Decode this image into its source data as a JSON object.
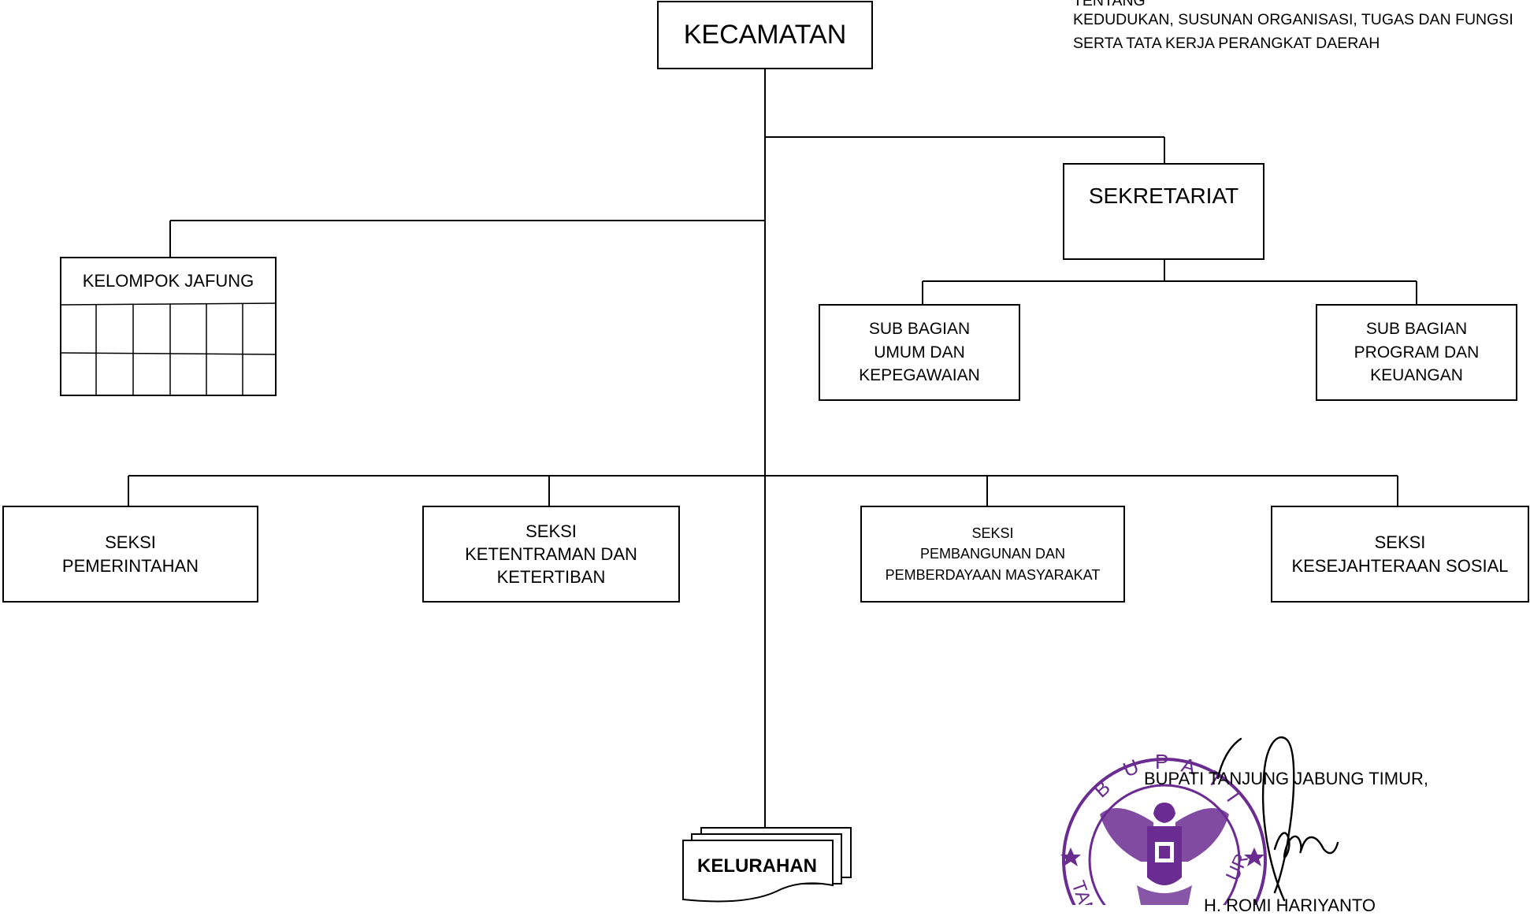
{
  "header": {
    "line1": "TENTANG",
    "line2": "KEDUDUKAN, SUSUNAN ORGANISASI, TUGAS DAN FUNGSI",
    "line3": "SERTA TATA KERJA PERANGKAT DAERAH"
  },
  "nodes": {
    "kecamatan": "KECAMATAN",
    "sekretariat": "SEKRETARIAT",
    "kelompok_jafung": "KELOMPOK JAFUNG",
    "sub_umum": [
      "SUB BAGIAN",
      "UMUM DAN",
      "KEPEGAWAIAN"
    ],
    "sub_program": [
      "SUB BAGIAN",
      "PROGRAM DAN",
      "KEUANGAN"
    ],
    "seksi_pemerintahan": [
      "SEKSI",
      "PEMERINTAHAN"
    ],
    "seksi_ketentraman": [
      "SEKSI",
      "KETENTRAMAN DAN",
      "KETERTIBAN"
    ],
    "seksi_pembangunan": [
      "SEKSI",
      "PEMBANGUNAN DAN",
      "PEMBERDAYAAN MASYARAKAT"
    ],
    "seksi_kesejahteraan": [
      "SEKSI",
      "KESEJAHTERAAN SOSIAL"
    ],
    "kelurahan": "KELURAHAN"
  },
  "signature": {
    "title": "BUPATI TANJUNG JABUNG TIMUR,",
    "name": "H. ROMI HARIYANTO"
  },
  "seal": {
    "text_top": "BUPATI",
    "text_bottom": "TANJUNG JABUNG TIMUR",
    "color": "#6a2c91",
    "icon": "garuda-emblem"
  }
}
